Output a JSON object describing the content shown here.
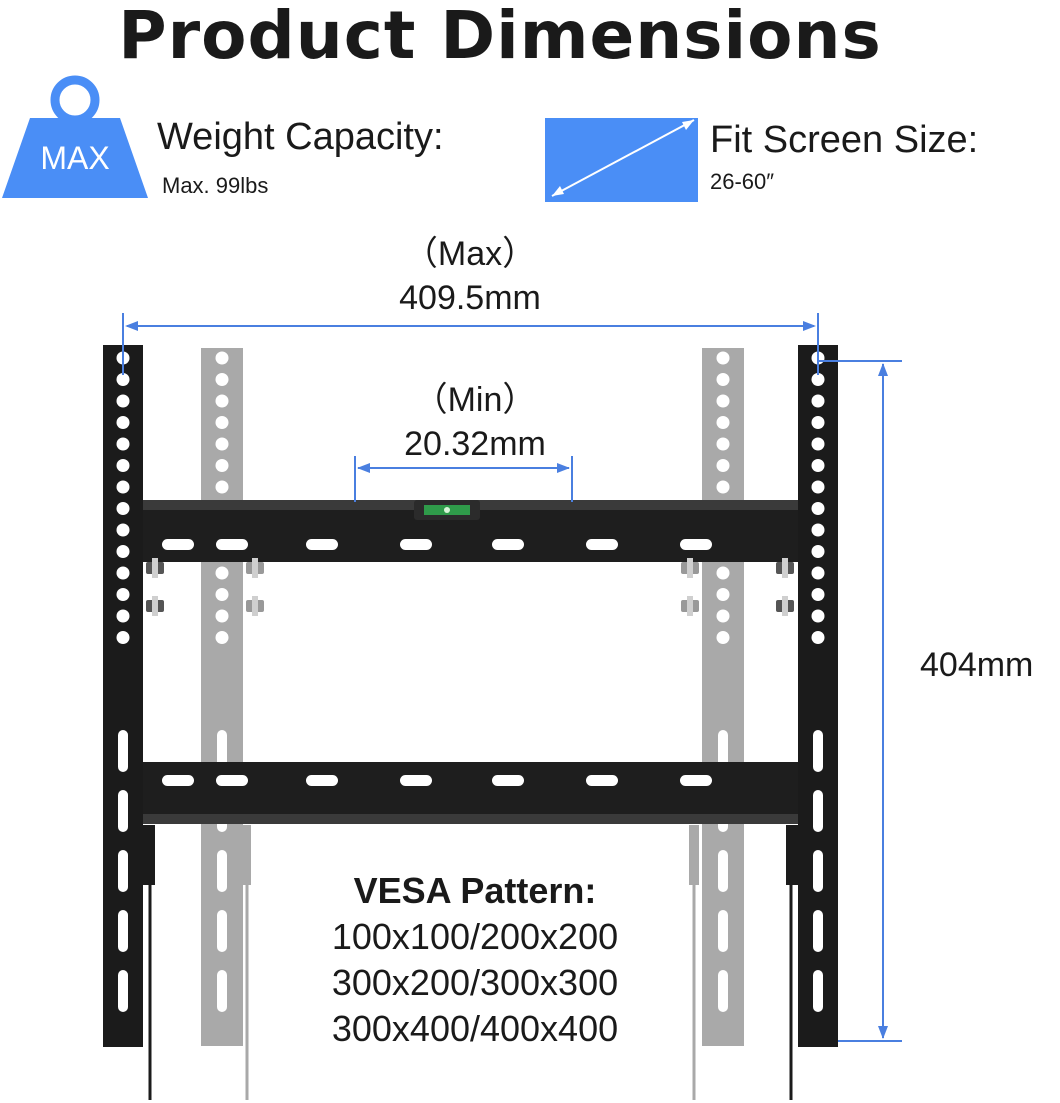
{
  "title": "Product Dimensions",
  "weight": {
    "badge": "MAX",
    "label": "Weight Capacity:",
    "value": "Max. 99lbs"
  },
  "screen": {
    "label": "Fit Screen Size:",
    "value": "26-60″"
  },
  "dimensions": {
    "max_label": "（Max）",
    "max_value": "409.5mm",
    "min_label": "（Min）",
    "min_value": "20.32mm",
    "height_value": "404mm"
  },
  "vesa": {
    "heading": "VESA Pattern:",
    "lines": [
      "100x100/200x200",
      "300x200/300x300",
      "300x400/400x400"
    ]
  },
  "colors": {
    "accent": "#4a8ef6",
    "dimension_line": "#4a7fe0",
    "bracket_dark": "#1b1b1b",
    "bracket_ghost": "#a9a9a9"
  }
}
